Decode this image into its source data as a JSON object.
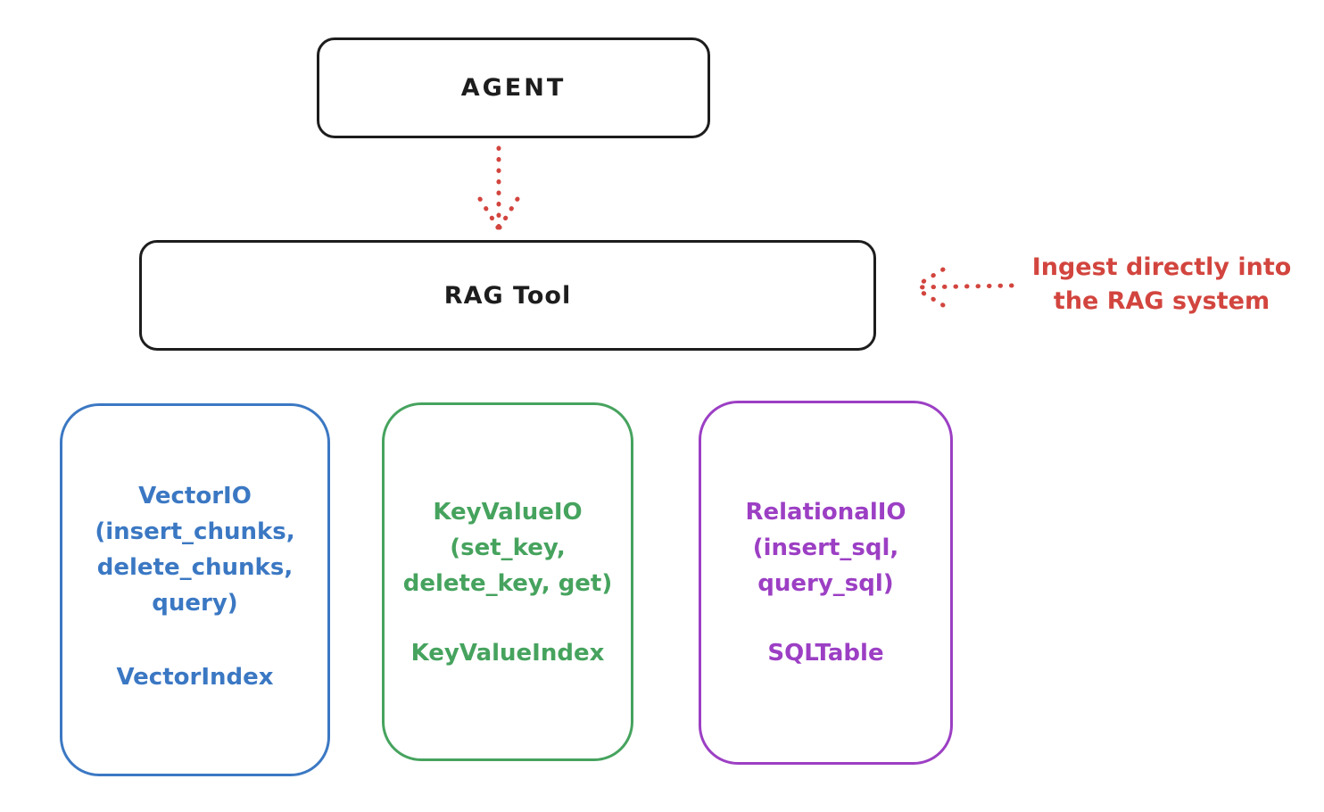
{
  "canvas": {
    "background": "#ffffff"
  },
  "colors": {
    "ink": "#1d1d1d",
    "red": "#d2453e",
    "blue": "#3b78c3",
    "green": "#46a35e",
    "purple": "#9c3fc4"
  },
  "nodes": {
    "agent": {
      "label": "AGENT"
    },
    "rag_tool": {
      "label": "RAG Tool"
    }
  },
  "annotation": {
    "lines": [
      "Ingest directly into",
      "the RAG system"
    ]
  },
  "arrows": {
    "agent_to_rag": {
      "style": "dotted",
      "color": "#d2453e",
      "direction": "down"
    },
    "annotation_to_rag": {
      "style": "dotted",
      "color": "#d2453e",
      "direction": "left"
    }
  },
  "backends": [
    {
      "name": "VectorIO",
      "color": "#3b78c3",
      "api_lines": [
        "VectorIO",
        "(insert_chunks,",
        "delete_chunks,",
        "query)"
      ],
      "index_label": "VectorIndex"
    },
    {
      "name": "KeyValueIO",
      "color": "#46a35e",
      "api_lines": [
        "KeyValueIO",
        "(set_key,",
        "delete_key, get)"
      ],
      "index_label": "KeyValueIndex"
    },
    {
      "name": "RelationalIO",
      "color": "#9c3fc4",
      "api_lines": [
        "RelationalIO",
        "(insert_sql,",
        "query_sql)"
      ],
      "index_label": "SQLTable"
    }
  ]
}
